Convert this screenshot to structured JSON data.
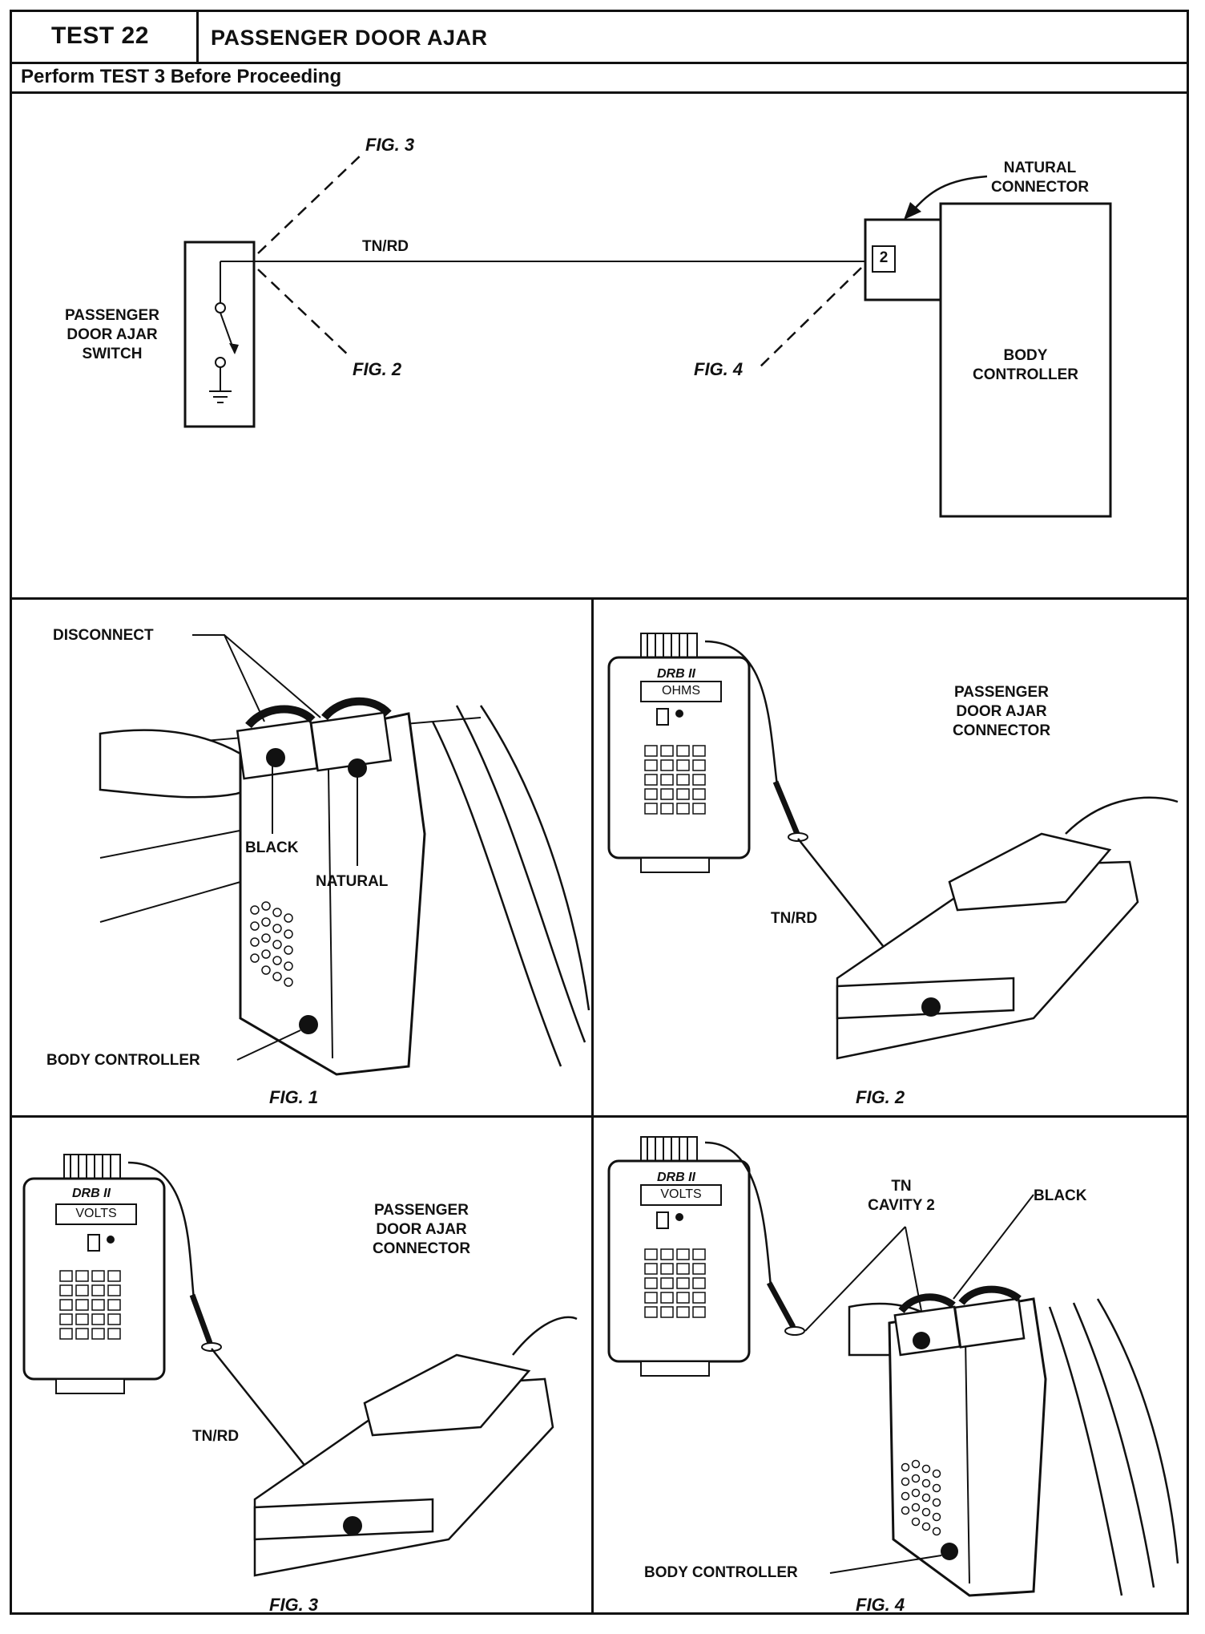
{
  "header": {
    "test_number": "TEST 22",
    "title": "PASSENGER DOOR AJAR",
    "subtitle": "Perform TEST 3 Before Proceeding"
  },
  "schematic": {
    "switch_label": "PASSENGER\nDOOR AJAR\nSWITCH",
    "wire_label": "TN/RD",
    "connector_label": "NATURAL\nCONNECTOR",
    "cavity_number": "2",
    "controller_label": "BODY\nCONTROLLER",
    "fig_refs": [
      "FIG. 3",
      "FIG. 2",
      "FIG. 4"
    ]
  },
  "panels": {
    "fig1": {
      "caption": "FIG. 1",
      "disconnect": "DISCONNECT",
      "black": "BLACK",
      "natural": "NATURAL",
      "body_controller": "BODY CONTROLLER"
    },
    "fig2": {
      "caption": "FIG. 2",
      "connector_label": "PASSENGER\nDOOR AJAR\nCONNECTOR",
      "wire_label": "TN/RD",
      "meter_brand": "DRB II",
      "meter_mode": "OHMS"
    },
    "fig3": {
      "caption": "FIG. 3",
      "connector_label": "PASSENGER\nDOOR AJAR\nCONNECTOR",
      "wire_label": "TN/RD",
      "meter_brand": "DRB II",
      "meter_mode": "VOLTS"
    },
    "fig4": {
      "caption": "FIG. 4",
      "tn_cavity": "TN\nCAVITY 2",
      "black": "BLACK",
      "body_controller": "BODY CONTROLLER",
      "meter_brand": "DRB II",
      "meter_mode": "VOLTS"
    }
  }
}
